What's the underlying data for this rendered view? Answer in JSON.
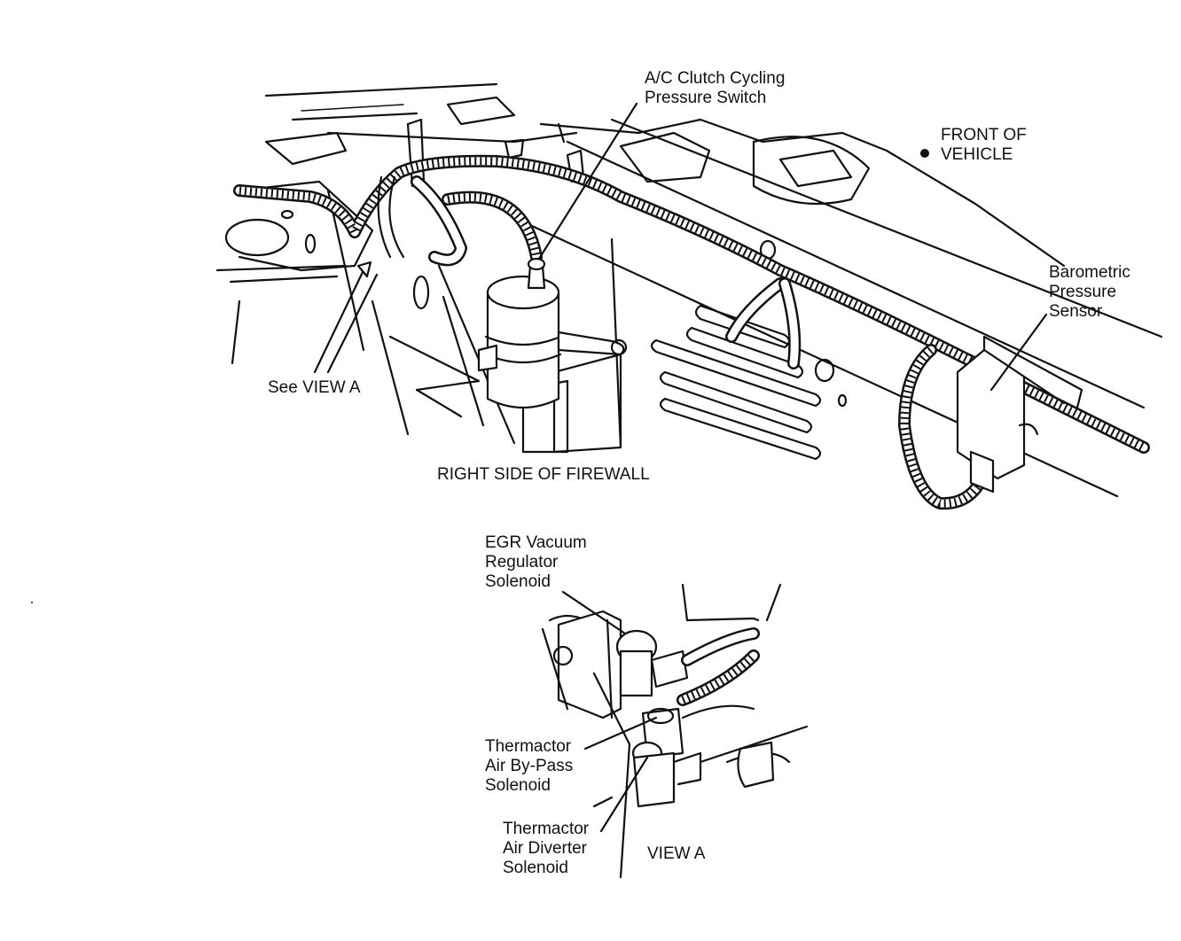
{
  "labels": {
    "ac_clutch_switch": [
      "A/C Clutch Cycling",
      "Pressure Switch"
    ],
    "front_of_vehicle": [
      "FRONT OF",
      "VEHICLE"
    ],
    "barometric_sensor": [
      "Barometric",
      "Pressure",
      "Sensor"
    ],
    "see_view_a": "See VIEW A",
    "right_side_firewall": "RIGHT SIDE OF FIREWALL",
    "egr_solenoid": [
      "EGR Vacuum",
      "Regulator",
      "Solenoid"
    ],
    "thermactor_bypass": [
      "Thermactor",
      "Air By-Pass",
      "Solenoid"
    ],
    "thermactor_diverter": [
      "Thermactor",
      "Air Diverter",
      "Solenoid"
    ],
    "view_a": "VIEW A"
  },
  "colors": {
    "ink": "#111111",
    "paper": "#ffffff"
  }
}
